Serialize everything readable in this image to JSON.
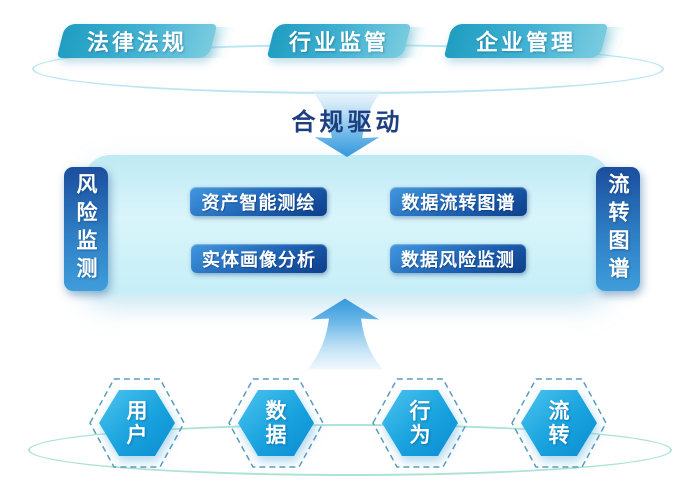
{
  "banners": [
    {
      "label": "法律法规"
    },
    {
      "label": "行业监管"
    },
    {
      "label": "企业管理"
    }
  ],
  "driver": {
    "label": "合规驱动"
  },
  "platform": {
    "left_tab": "风险监测",
    "right_tab": "流转图谱",
    "modules": [
      "资产智能测绘",
      "实体画像分析",
      "数据流转图谱",
      "数据风险监测"
    ]
  },
  "hexagons": [
    {
      "label": "用户"
    },
    {
      "label": "数据"
    },
    {
      "label": "行为"
    },
    {
      "label": "流转"
    }
  ],
  "colors": {
    "banner_teal": "#2ba6c9",
    "panel_cyan": "#cdeff7",
    "tab_blue_top": "#1c4e9e",
    "tab_blue_bottom": "#3f9ddb",
    "module_blue_light": "#4197de",
    "module_blue_dark": "#0d3e8a",
    "hexagon_blue": "#129bdc",
    "arrow_blue": "#47a5e2",
    "driver_text_navy": "#1e3f7f",
    "top_ellipse_stroke": "#b0e2f0",
    "bottom_ellipse_stroke": "#8ad6c7"
  }
}
